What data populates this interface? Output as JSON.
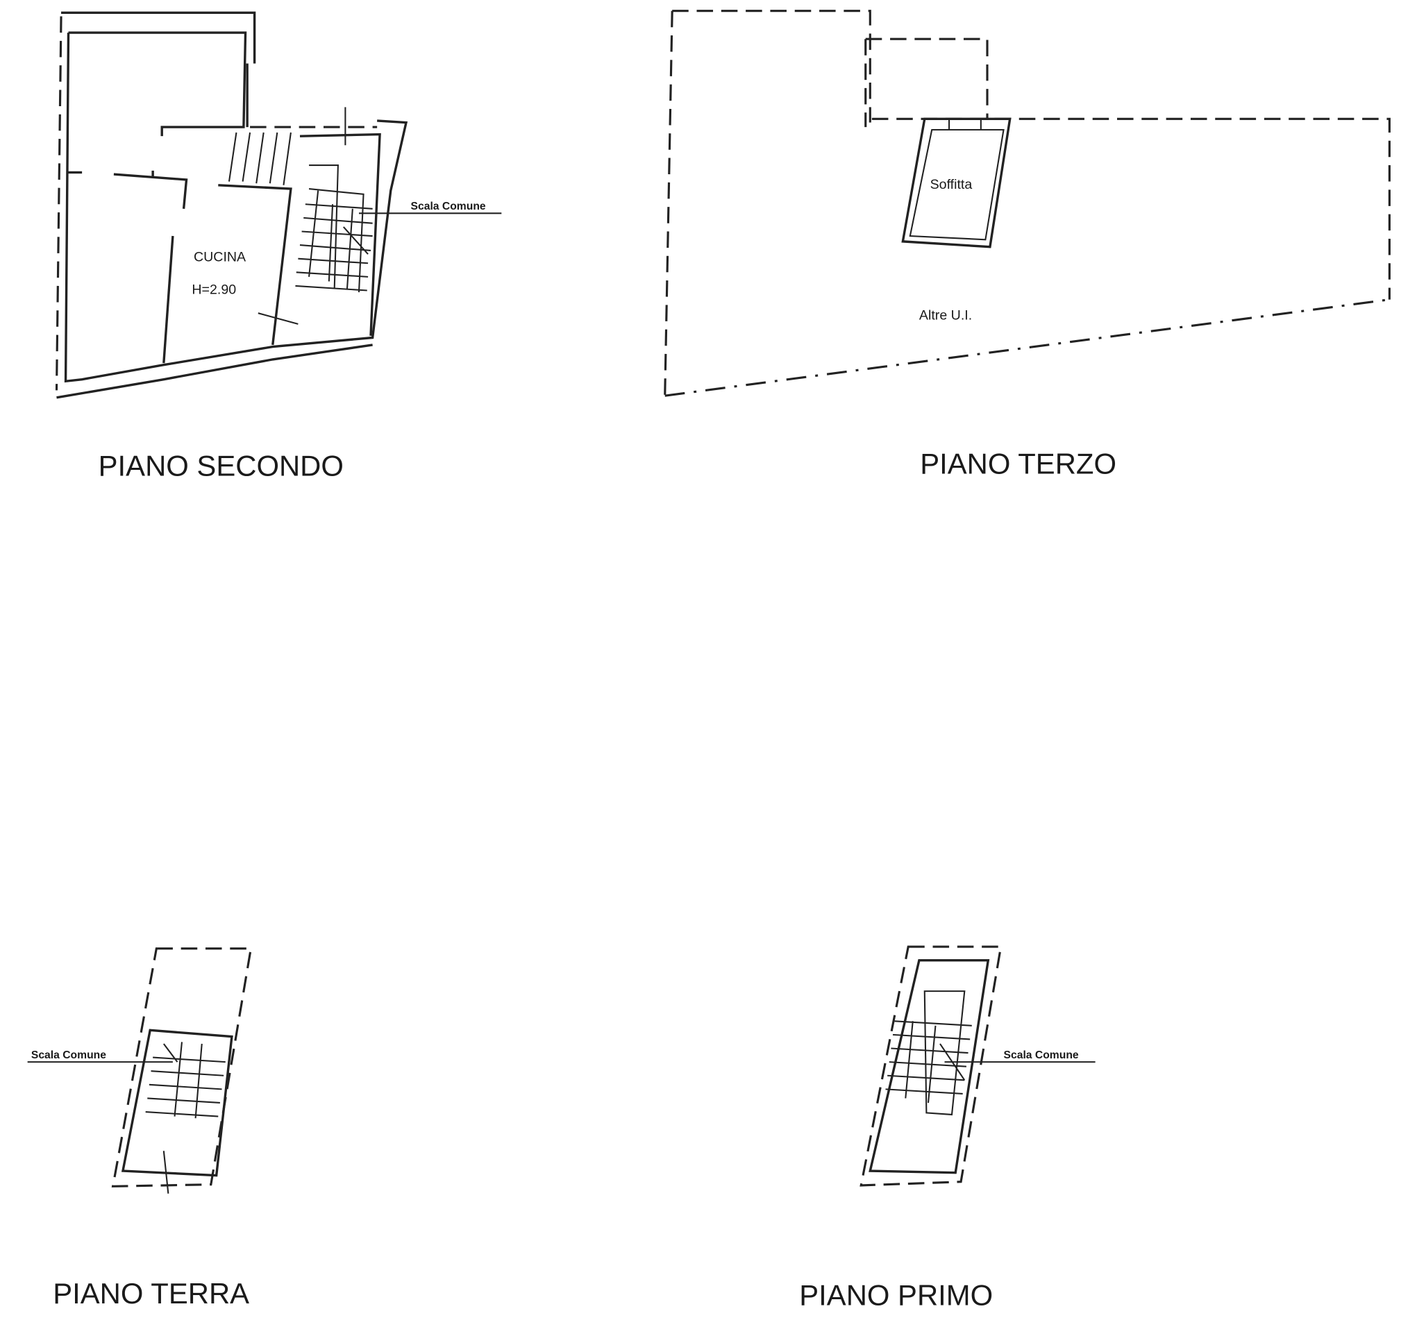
{
  "floors": {
    "secondo": {
      "title": "PIANO SECONDO",
      "room": "CUCINA",
      "height": "H=2.90",
      "stair": "Scala Comune"
    },
    "terzo": {
      "title": "PIANO TERZO",
      "room": "Soffitta",
      "others": "Altre U.I."
    },
    "terra": {
      "title": "PIANO TERRA",
      "stair": "Scala Comune"
    },
    "primo": {
      "title": "PIANO PRIMO",
      "stair": "Scala Comune"
    }
  }
}
